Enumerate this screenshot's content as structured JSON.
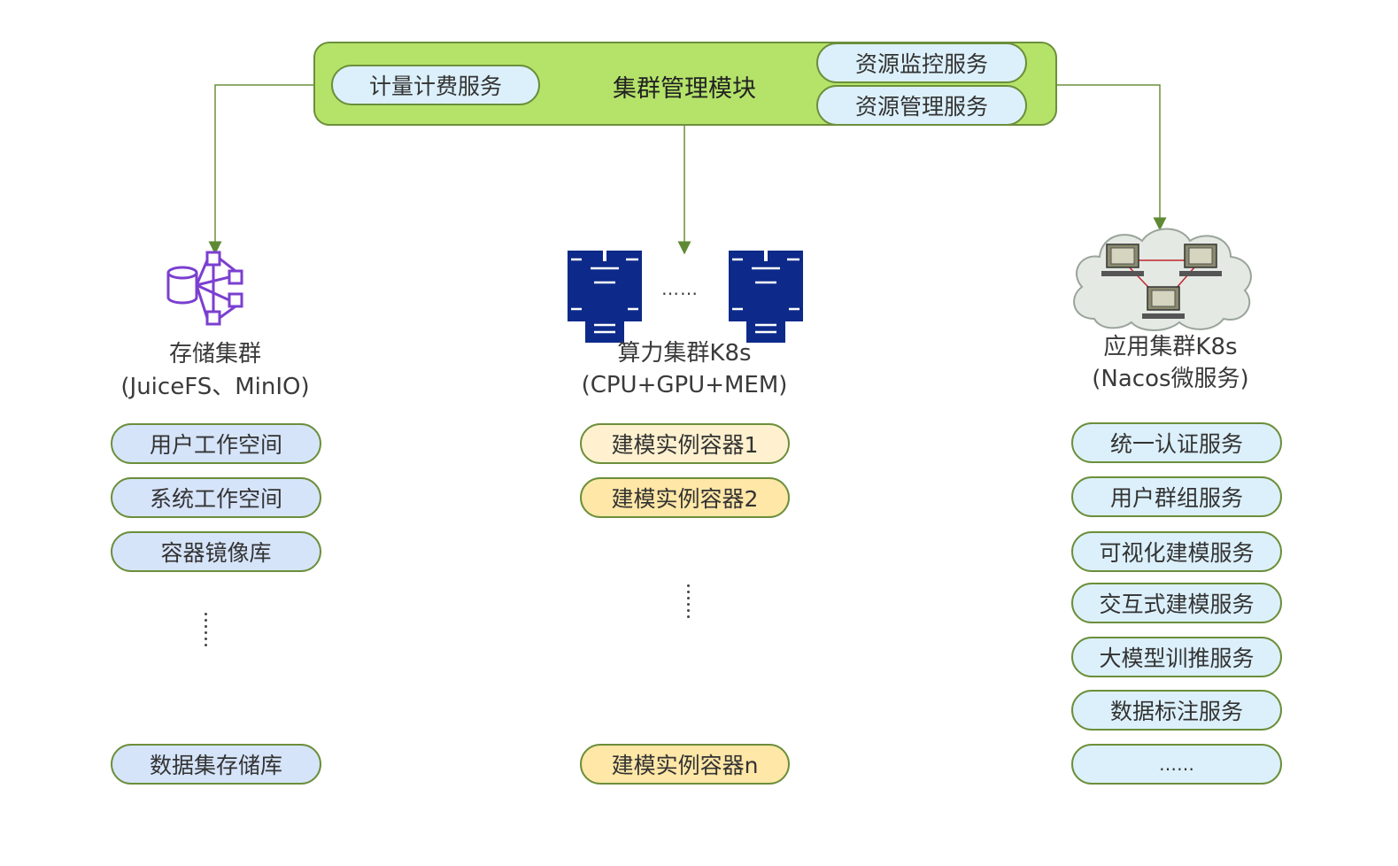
{
  "cluster_module": {
    "title": "集群管理模块",
    "billing": "计量计费服务",
    "monitor": "资源监控服务",
    "resource": "资源管理服务"
  },
  "storage": {
    "title": "存储集群",
    "subtitle": "(JuiceFS、MinIO)",
    "items": [
      "用户工作空间",
      "系统工作空间",
      "容器镜像库"
    ],
    "last": "数据集存储库"
  },
  "compute": {
    "title": "算力集群K8s",
    "subtitle": "(CPU+GPU+MEM)",
    "server_ellipsis": "……",
    "items": [
      "建模实例容器1",
      "建模实例容器2"
    ],
    "last": "建模实例容器n"
  },
  "app": {
    "title": "应用集群K8s",
    "subtitle": "(Nacos微服务)",
    "items": [
      "统一认证服务",
      "用户群组服务",
      "可视化建模服务",
      "交互式建模服务",
      "大模型训推服务",
      "数据标注服务",
      "……"
    ]
  },
  "colors": {
    "module_fill": "#b5e36a",
    "border_green": "#6b8f3a",
    "storage_pill": "#d6e4fa",
    "app_pill": "#dcf0fb",
    "compute_pill_1": "#fff1cf",
    "compute_pill_2": "#ffe7a7",
    "server_blue": "#0d2a8a",
    "storage_icon": "#7b3fd0"
  }
}
